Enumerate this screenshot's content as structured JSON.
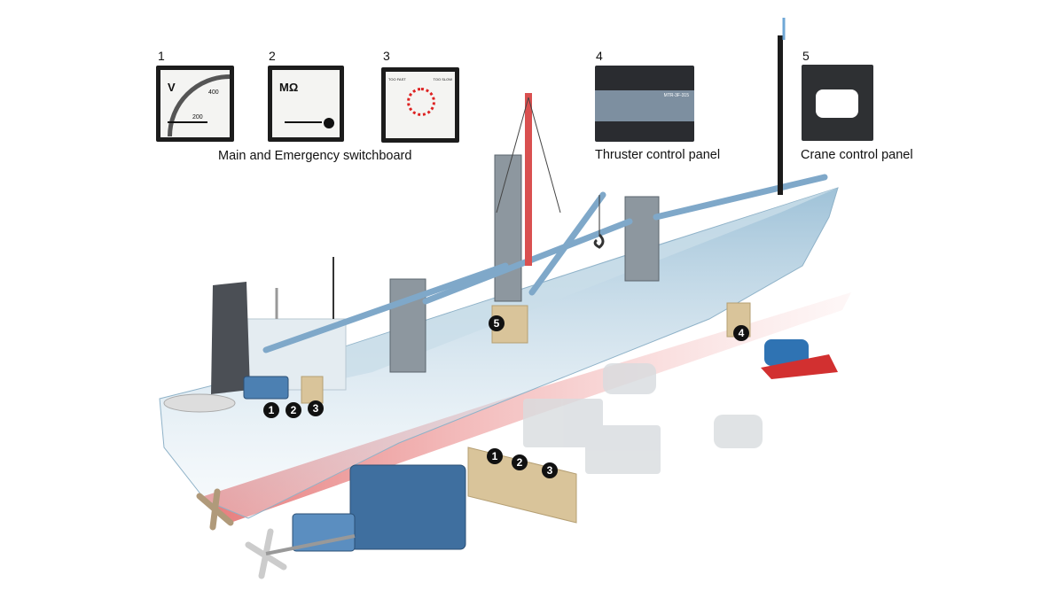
{
  "devices": [
    {
      "number": "1",
      "label": "V",
      "scale": [
        "200",
        "400"
      ]
    },
    {
      "number": "2",
      "label": "MΩ"
    },
    {
      "number": "3",
      "left_text": "TOO FAST",
      "right_text": "TOO SLOW"
    },
    {
      "number": "4",
      "model": "MTR-3F-315"
    },
    {
      "number": "5"
    }
  ],
  "captions": {
    "switchboard": "Main and Emergency switchboard",
    "thruster": "Thruster control panel",
    "crane": "Crane control panel"
  },
  "markers": {
    "bridge": [
      "1",
      "2",
      "3"
    ],
    "engine_room": [
      "1",
      "2",
      "3"
    ],
    "crane": "5",
    "thruster": "4"
  },
  "colors": {
    "hull": "#a9c9dc",
    "crane_beam": "#7fa8c9",
    "engine": "#3f6f9f",
    "box": "#d9c49a",
    "keel_glow": "#e88080"
  }
}
